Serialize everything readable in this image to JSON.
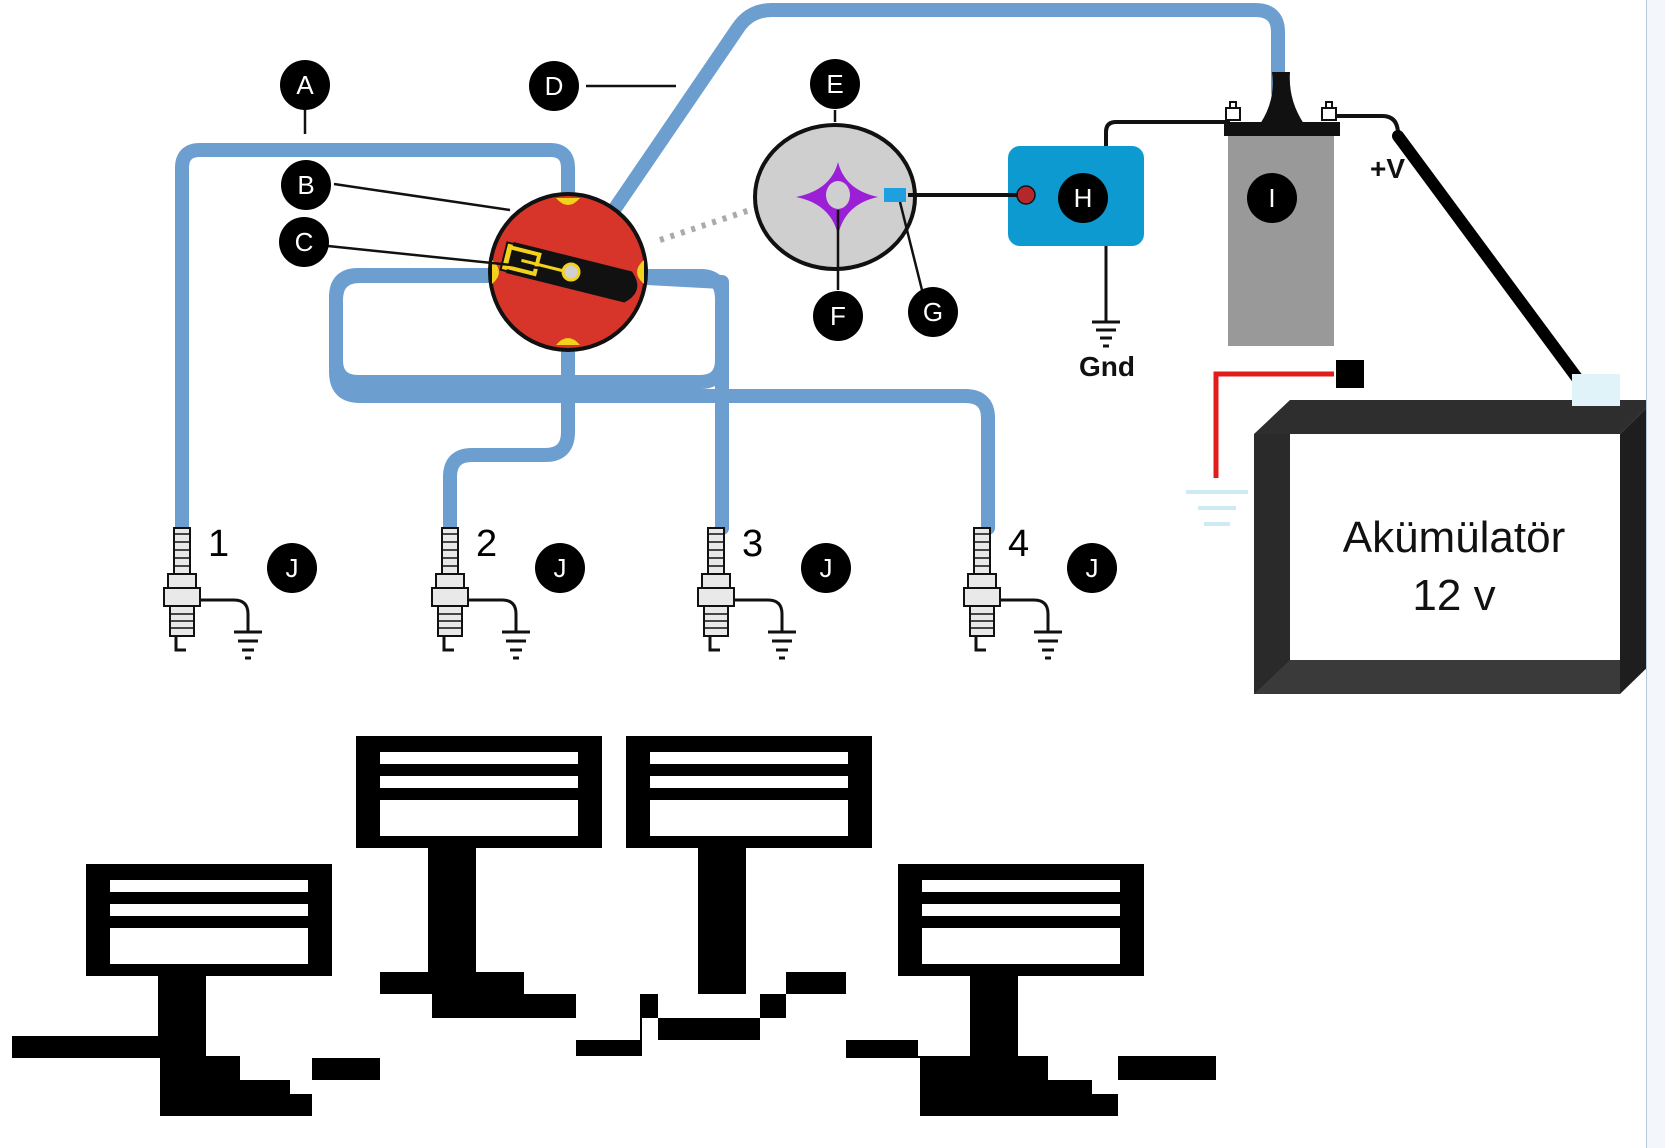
{
  "markers": {
    "A": "A",
    "B": "B",
    "C": "C",
    "D": "D",
    "E": "E",
    "F": "F",
    "G": "G",
    "H": "H",
    "I": "I",
    "J": "J"
  },
  "cylinders": [
    "1",
    "2",
    "3",
    "4"
  ],
  "labels": {
    "ground": "Gnd",
    "plus_v": "+V",
    "battery_line1": "Akümülatör",
    "battery_line2": "12 v"
  },
  "colors": {
    "wire": "#6c9ed0",
    "distributor_cap": "#d8352a",
    "rotor_contacts": "#f2d21a",
    "breaker_plate": "#cfcfcf",
    "cam": "#9b1fd6",
    "module": "#0d9ad1",
    "coil": "#999999",
    "positive_lead": "#e21b1b",
    "battery_terminal": "#dff3f9"
  },
  "icons": [
    "spark-plug-icon",
    "ground-symbol-icon",
    "piston-icon"
  ]
}
